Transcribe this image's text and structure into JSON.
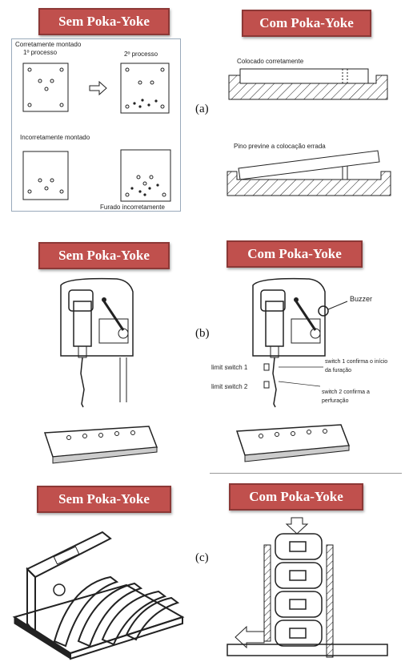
{
  "sections": {
    "a": {
      "label": "(a)",
      "left_title": "Sem Poka-Yoke",
      "right_title": "Com Poka-Yoke",
      "correct_title": "Corretamente montado",
      "process1": "1º processo",
      "process2": "2º processo",
      "incorrect_title": "Incorretamente montado",
      "drilled_wrong": "Furado incorretamente",
      "placed_correctly": "Colocado corretamente",
      "pin_prevents": "Pino previne a colocação errada"
    },
    "b": {
      "label": "(b)",
      "left_title": "Sem Poka-Yoke",
      "right_title": "Com Poka-Yoke",
      "buzzer": "Buzzer",
      "limit_switch_1": "limit switch 1",
      "limit_switch_2": "limit switch 2",
      "switch1_note_line1": "switch 1 confirma o início",
      "switch1_note_line2": "da furação",
      "switch2_note_line1": "switch 2 confirma a",
      "switch2_note_line2": "perfuração"
    },
    "c": {
      "label": "(c)",
      "left_title": "Sem Poka-Yoke",
      "right_title": "Com Poka-Yoke"
    }
  },
  "colors": {
    "banner": "#c0504d",
    "banner_border": "#8c3836",
    "banner_text": "#ffffff"
  }
}
